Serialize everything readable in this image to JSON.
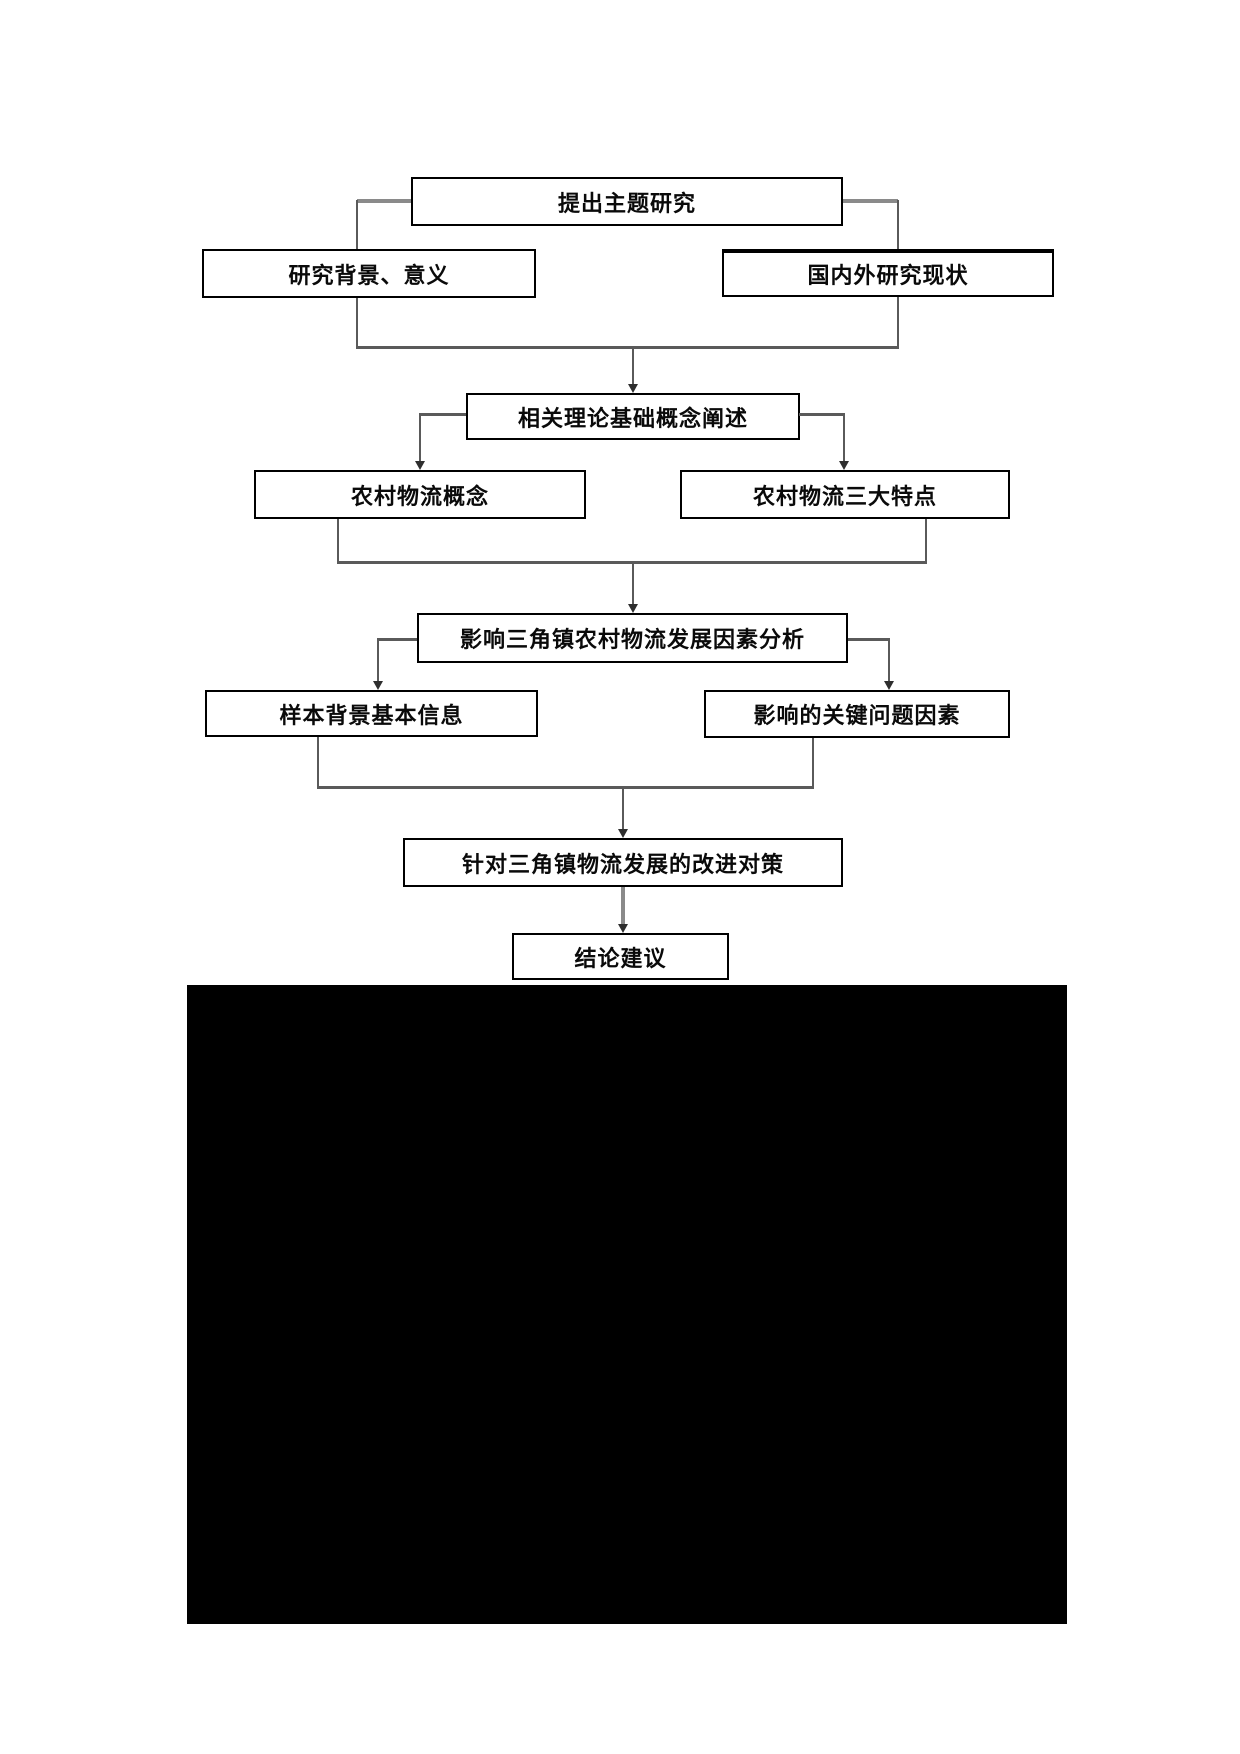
{
  "diagram": {
    "title_hint": "research flowchart",
    "nodes": {
      "propose": {
        "label": "提出主题研究"
      },
      "background": {
        "label": "研究背景、意义"
      },
      "status_quo": {
        "label": "国内外研究现状"
      },
      "theory": {
        "label": "相关理论基础概念阐述"
      },
      "concept": {
        "label": "农村物流概念"
      },
      "features": {
        "label": "农村物流三大特点"
      },
      "factor_analysis": {
        "label": "影响三角镇农村物流发展因素分析"
      },
      "sample_info": {
        "label": "样本背景基本信息"
      },
      "key_issues": {
        "label": "影响的关键问题因素"
      },
      "countermeasures": {
        "label": "针对三角镇物流发展的改进对策"
      },
      "conclusion": {
        "label": "结论建议"
      }
    },
    "colors": {
      "box_border": "#000000",
      "line_dark": "#5a5a5a",
      "line_gray": "#8a8a8a",
      "redacted_fill": "#000000",
      "page_background": "#ffffff"
    }
  }
}
